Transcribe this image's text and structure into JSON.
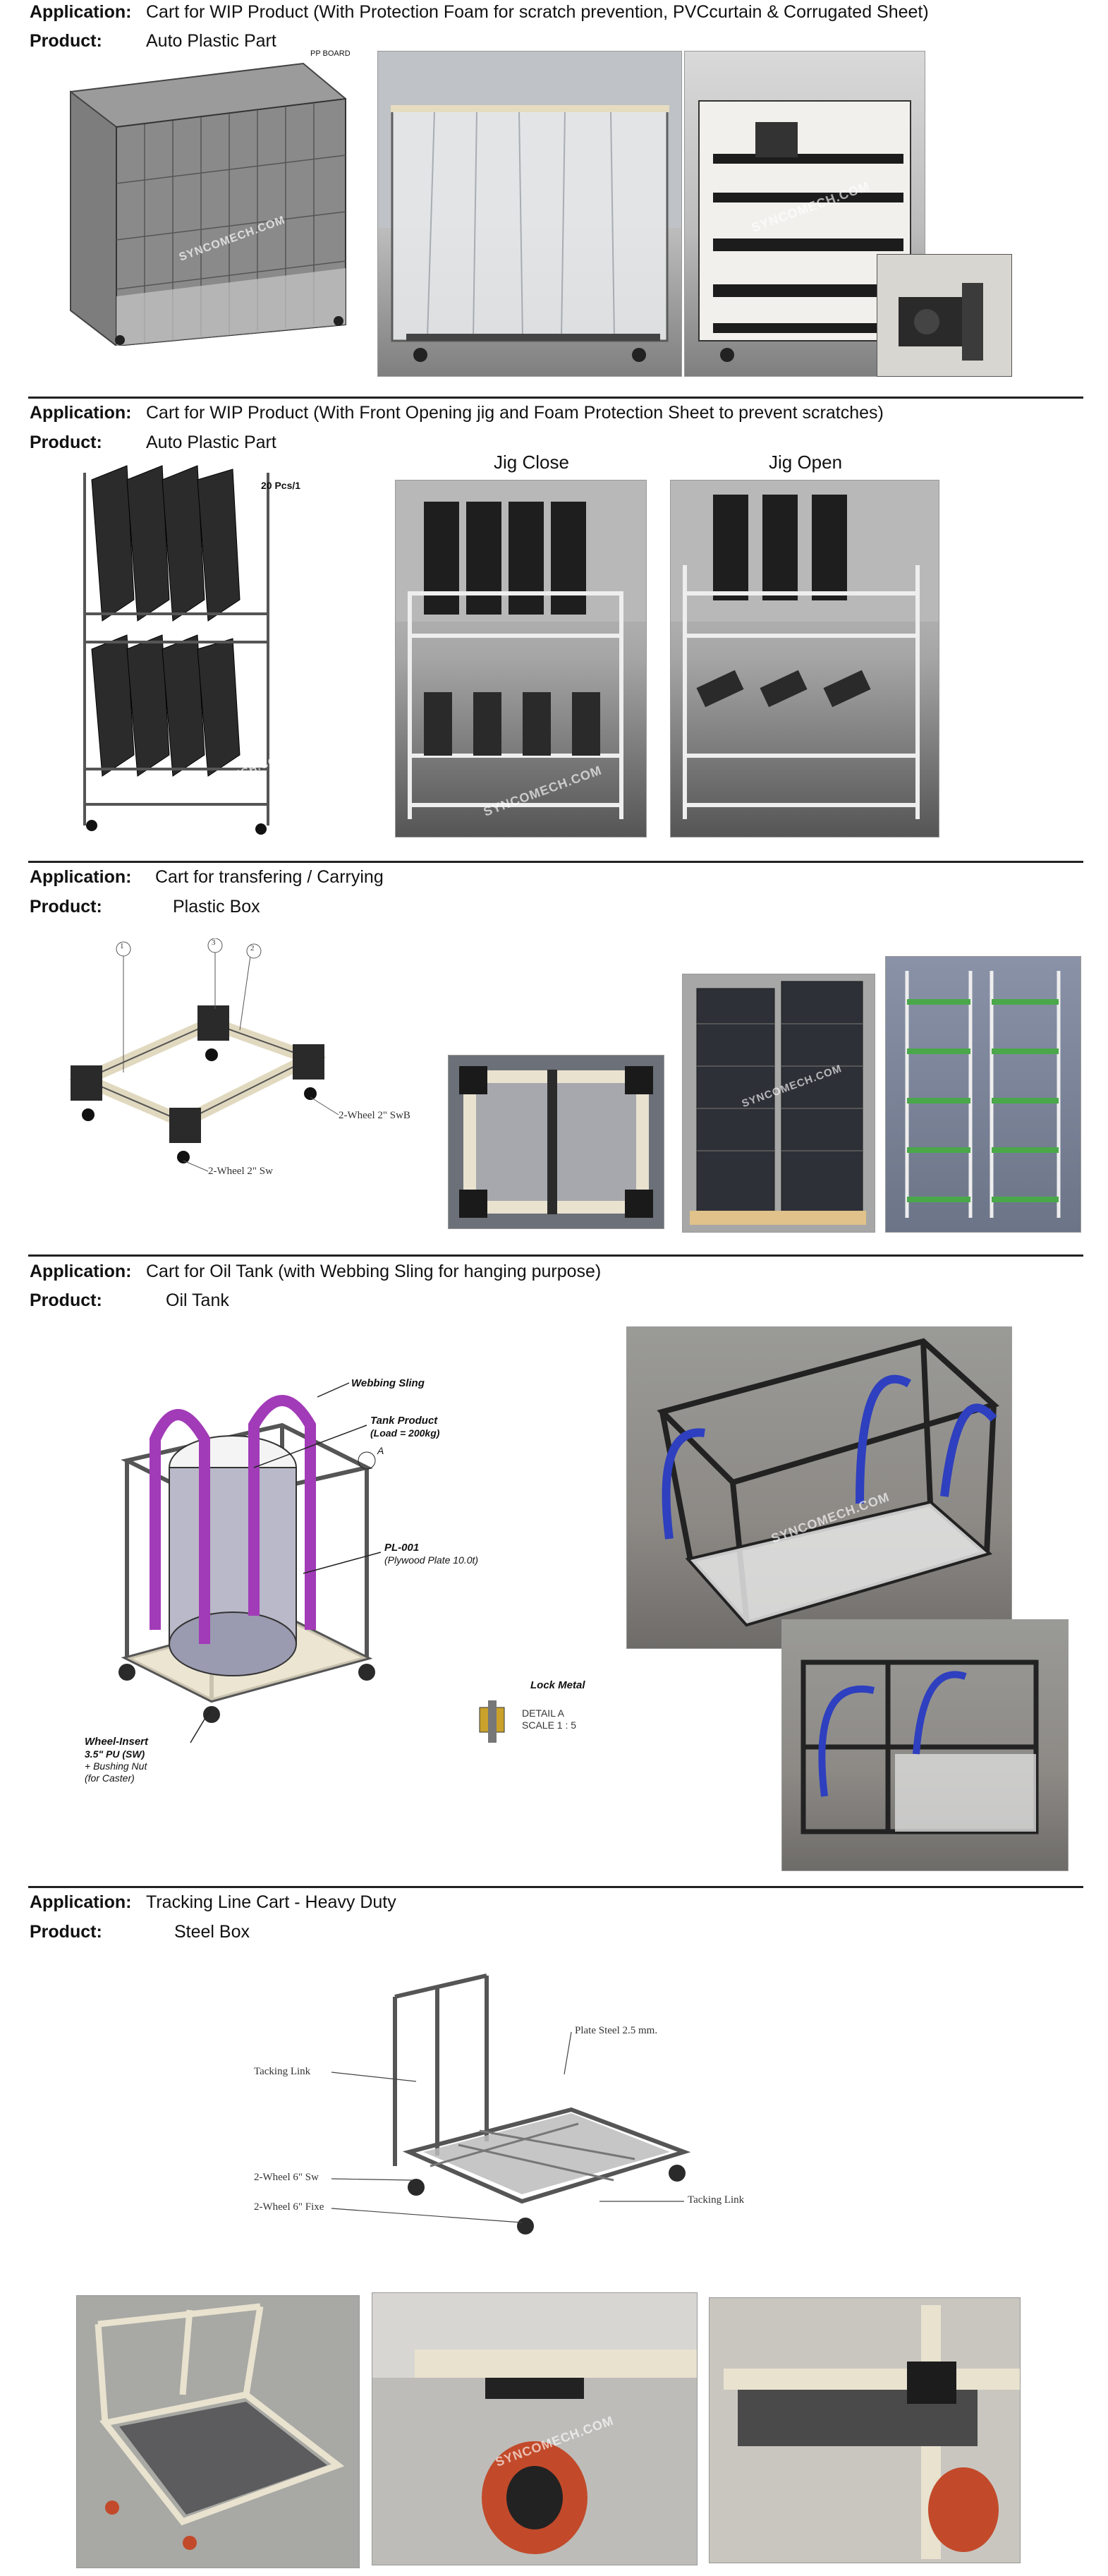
{
  "sections": [
    {
      "application_label": "Application:",
      "application": "Cart for WIP Product (With Protection Foam for scratch prevention, PVCcurtain & Corrugated Sheet)",
      "product_label": "Product:",
      "product": "Auto Plastic Part",
      "drawing_labels": [
        "PP BOARD",
        "SYNCOMECH.COM"
      ],
      "photo_watermark": "SYNCOMECH.COM"
    },
    {
      "application_label": "Application:",
      "application": "Cart for WIP Product (With Front Opening jig and Foam Protection Sheet to prevent scratches)",
      "product_label": "Product:",
      "product": "Auto Plastic Part",
      "drawing_labels": [
        "20 Pcs/1",
        "SYNCOMECH.COM"
      ],
      "captions": [
        "Jig Close",
        "Jig Open"
      ],
      "photo_watermark": "SYNCOMECH.COM"
    },
    {
      "application_label": "Application:",
      "application": "Cart for transfering / Carrying",
      "product_label": "Product:",
      "product": "Plastic Box",
      "drawing_labels": [
        "1",
        "3",
        "2",
        "2-Wheel 2\" SwB",
        "2-Wheel 2\" Sw"
      ],
      "photo_watermark": "SYNCOMECH.COM"
    },
    {
      "application_label": "Application:",
      "application": "Cart for Oil Tank (with Webbing Sling for hanging purpose)",
      "product_label": "Product:",
      "product": "Oil Tank",
      "drawing_labels": [
        "Webbing Sling",
        "Tank Product",
        "(Load = 200kg)",
        "PL-001",
        "(Plywood Plate 10.0t)",
        "Wheel-Insert",
        "3.5\" PU (SW)",
        "+ Bushing Nut",
        "(for Caster)",
        "Lock Metal",
        "DETAIL A",
        "SCALE 1 : 5",
        "A"
      ],
      "photo_watermark": "SYNCOMECH.COM"
    },
    {
      "application_label": "Application:",
      "application": "Tracking Line Cart - Heavy Duty",
      "product_label": "Product:",
      "product": "Steel Box",
      "drawing_labels": [
        "Plate Steel 2.5 mm.",
        "Tacking Link",
        "2-Wheel 6\" Sw",
        "2-Wheel 6\" Fixe",
        "Tacking Link"
      ],
      "photo_watermark": "SYNCOMECH.COM"
    }
  ],
  "colors": {
    "rule": "#222222",
    "sling": "#a23bb8",
    "strap": "#2e3fbf",
    "frame": "#e8e2cf",
    "pipe": "#3a3a3a"
  }
}
